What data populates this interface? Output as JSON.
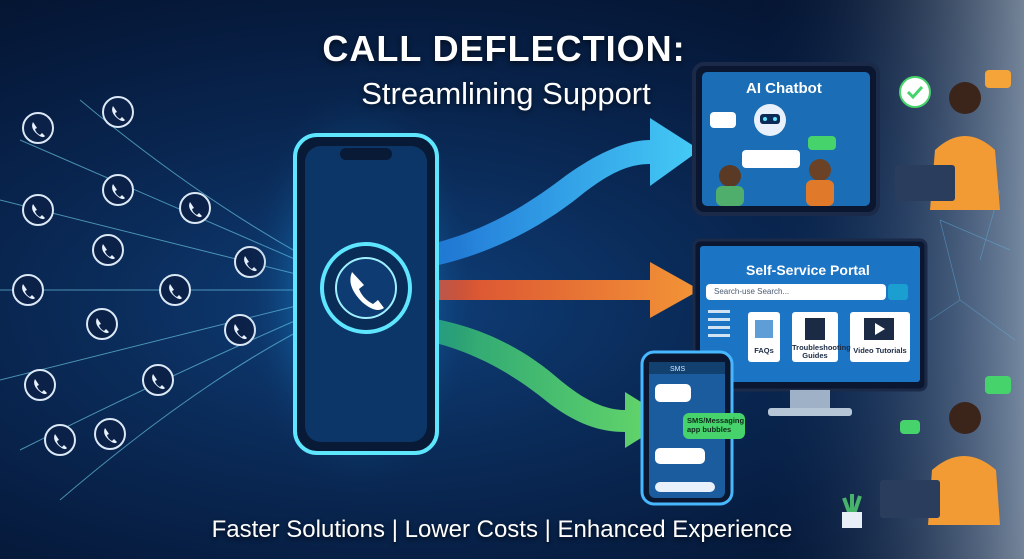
{
  "title": "CALL DEFLECTION:",
  "subtitle": "Streamlining Support",
  "tagline": "Faster Solutions | Lower Costs | Enhanced Experience",
  "chatbot": {
    "label": "AI Chatbot"
  },
  "portal": {
    "label": "Self-Service Portal",
    "search_text": "Search-use Search...",
    "tiles": [
      "FAQs",
      "Troubleshooting Guides",
      "Video Tutorials"
    ]
  },
  "sms": {
    "header": "SMS",
    "bubble_label": "SMS/Messaging app bubbles"
  },
  "colors": {
    "background": "#0a2a57",
    "arrow_blue": "#35b6ff",
    "arrow_orange": "#ff7a2f",
    "arrow_green": "#47d36b",
    "glow": "#37d2ff"
  }
}
